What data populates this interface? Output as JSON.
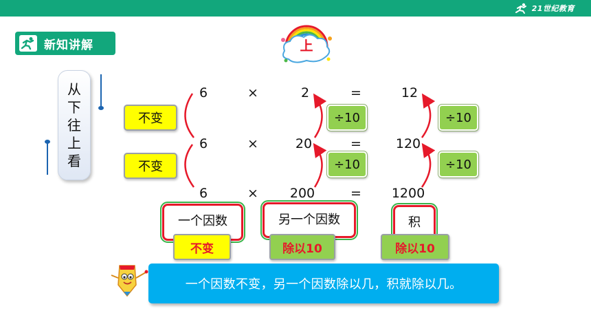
{
  "brand": {
    "text": "21世纪教育"
  },
  "badge": {
    "label": "新知讲解"
  },
  "cloud": {
    "label": "上"
  },
  "side_label": {
    "chars": [
      "从",
      "下",
      "往",
      "上",
      "看"
    ]
  },
  "rows": [
    {
      "a": "6",
      "op": "×",
      "b": "2",
      "eq": "=",
      "c": "12"
    },
    {
      "a": "6",
      "op": "×",
      "b": "20",
      "eq": "=",
      "c": "120"
    },
    {
      "a": "6",
      "op": "×",
      "b": "200",
      "eq": "=",
      "c": "1200"
    }
  ],
  "steps": {
    "unchanged": "不变",
    "divide": "÷10"
  },
  "summary": {
    "factor_one": {
      "title": "一个因数",
      "result": "不变"
    },
    "factor_two": {
      "title": "另一个因数",
      "result": "除以10"
    },
    "product": {
      "title": "积",
      "result": "除以10"
    }
  },
  "conclusion": "一个因数不变，另一个因数除以几，积就除以几。",
  "colors": {
    "green": "#12a77c",
    "yellow": "#ffff00",
    "lime": "#92d050",
    "red": "#e6192a",
    "blue": "#00aeef"
  }
}
